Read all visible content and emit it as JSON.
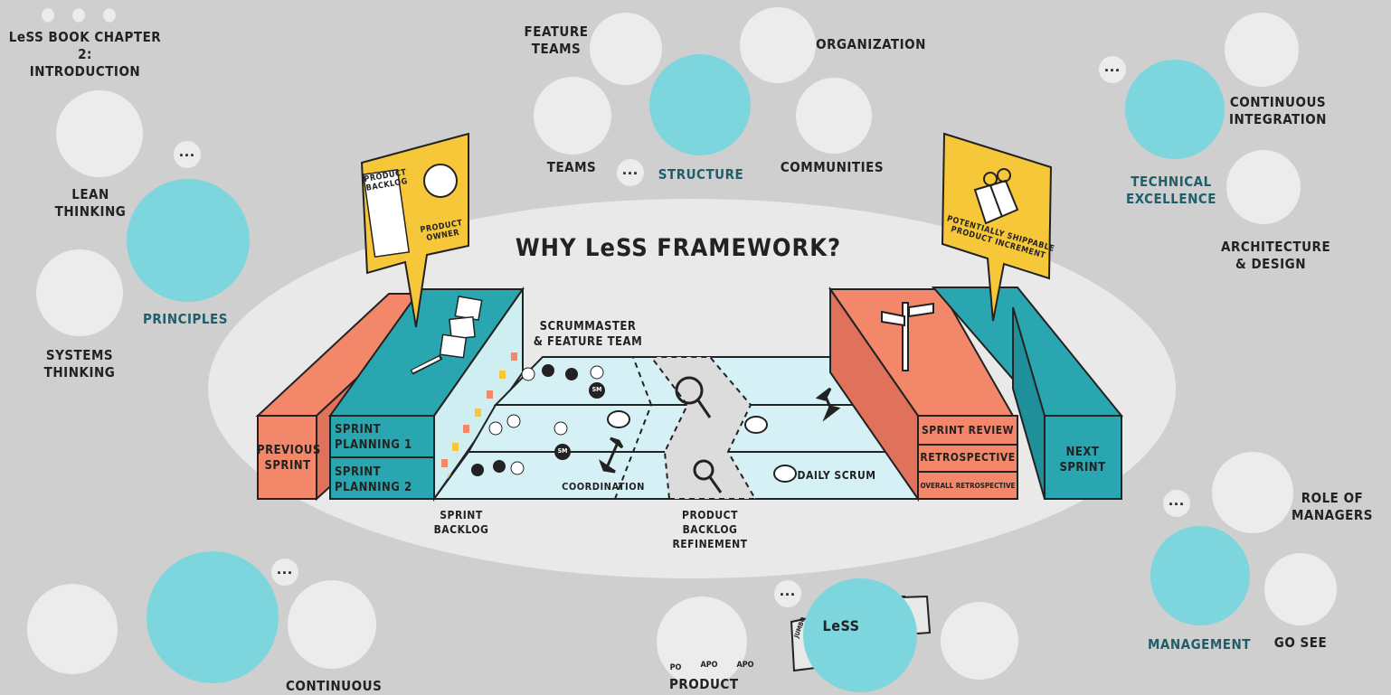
{
  "title": "WHY LeSS FRAMEWORK?",
  "book_title": "LeSS BOOK CHAPTER 2:\nINTRODUCTION",
  "top_left_dots": "● ● ●",
  "more": "...",
  "left": {
    "lean": "LEAN\nTHINKING",
    "principles": "PRINCIPLES",
    "systems": "SYSTEMS\nTHINKING"
  },
  "top": {
    "feature_teams": "FEATURE\nTEAMS",
    "organization": "ORGANIZATION",
    "teams": "TEAMS",
    "structure": "STRUCTURE",
    "communities": "COMMUNITIES"
  },
  "right": {
    "continuous_integration": "CONTINUOUS\nINTEGRATION",
    "technical_excellence": "TECHNICAL\nEXCELLENCE",
    "architecture": "ARCHITECTURE\n& DESIGN",
    "role_of_managers": "ROLE OF\nMANAGERS",
    "management": "MANAGEMENT",
    "go_see": "GO SEE"
  },
  "bottom": {
    "continuous_cut": "CONTINUOUS",
    "product_cut": "PRODUCT"
  },
  "framework": {
    "product_backlog": "PRODUCT\nBACKLOG",
    "product_owner": "PRODUCT\nOWNER",
    "previous_sprint": "PREVIOUS\nSPRINT",
    "sprint_planning_1": "SPRINT\nPLANNING 1",
    "sprint_planning_2": "SPRINT\nPLANNING 2",
    "scrummaster": "SCRUMMASTER\n& FEATURE TEAM",
    "sprint_backlog": "SPRINT\nBACKLOG",
    "coordination": "COORDINATION",
    "refinement": "PRODUCT\nBACKLOG\nREFINEMENT",
    "daily_scrum": "DAILY SCRUM",
    "sprint_review": "SPRINT REVIEW",
    "retrospective": "RETROSPECTIVE",
    "overall_retro": "OVERALL RETROSPECTIVE",
    "next_sprint": "NEXT\nSPRINT",
    "increment": "POTENTIALLY SHIPPABLE\nPRODUCT INCREMENT",
    "sm": "SM",
    "po": "PO",
    "apo": "APO",
    "less_badge": "LeSS",
    "jumbo": "JUMBO"
  },
  "colors": {
    "background": "#cfcfcf",
    "ellipse": "#e8e8e8",
    "teal": "#2aa6b0",
    "light_teal": "#7dd6dd",
    "coral": "#f2876a",
    "yellow": "#f7c73a",
    "lane": "#d6f1f6"
  }
}
